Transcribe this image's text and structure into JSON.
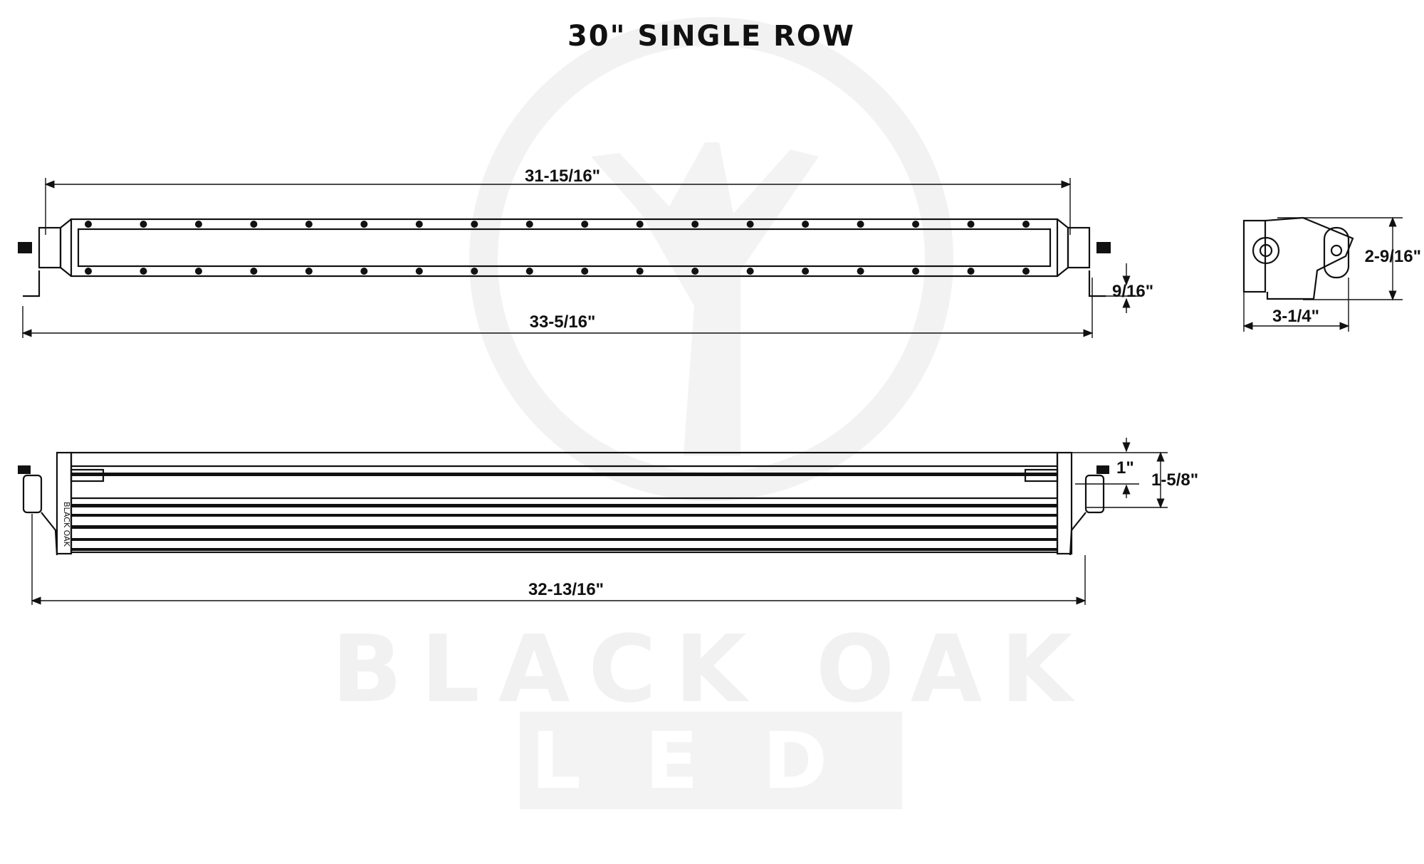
{
  "title": "30\" SINGLE ROW",
  "watermark": {
    "brand": "BLACK OAK",
    "sub": "LED",
    "color": "#f1f1f1"
  },
  "top_view": {
    "length_dim": "31-15/16\"",
    "overall_dim": "33-5/16\"",
    "bracket_dim": "9/16\"",
    "led_count_per_row": 18
  },
  "side_view": {
    "height_dim": "2-9/16\"",
    "depth_dim": "3-1/4\""
  },
  "front_view": {
    "overall_dim": "32-13/16\"",
    "lens_dim": "1\"",
    "height_dim": "1-5/8\"",
    "end_cap_label": "BLACK OAK"
  },
  "colors": {
    "line": "#111111",
    "background": "#ffffff"
  }
}
